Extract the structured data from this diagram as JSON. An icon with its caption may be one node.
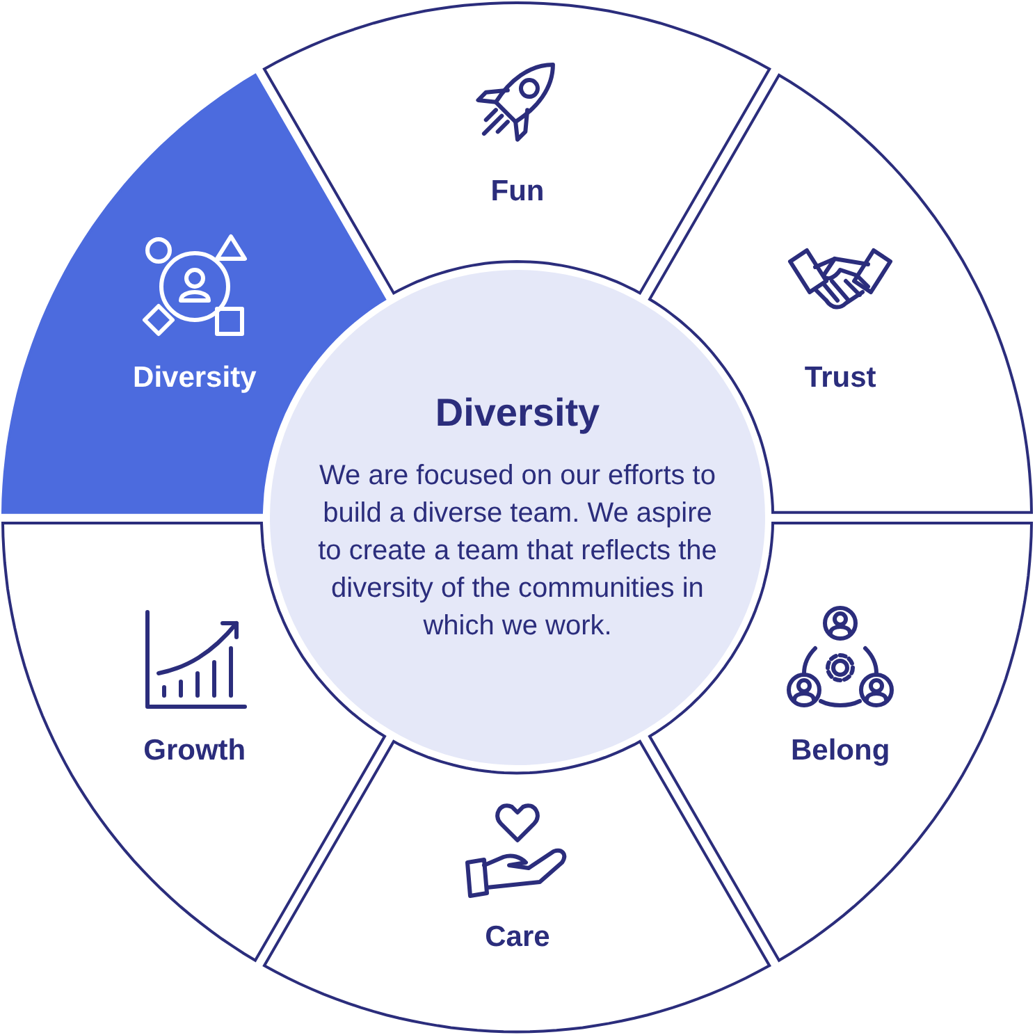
{
  "diagram": {
    "nodes": [
      {
        "text": [
          "Fun"
        ]
      },
      {
        "text": [
          "Diversity"
        ]
      },
      {
        "text": [
          "Diversity",
          "We are focused on our efforts to build a diverse team. We aspire to create a team that reflects the diversity of the communities in which we work."
        ]
      },
      {
        "text": [
          "Trust"
        ]
      },
      {
        "text": [
          "Growth"
        ]
      },
      {
        "text": [
          "Belong"
        ]
      },
      {
        "text": [
          "Care"
        ]
      }
    ],
    "edges": []
  }
}
